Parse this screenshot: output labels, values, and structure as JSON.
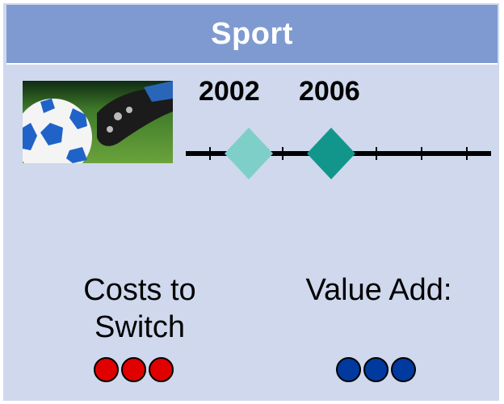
{
  "header": {
    "title": "Sport"
  },
  "photo": {
    "icon": "soccer-ball-photo"
  },
  "timeline": {
    "markers": [
      {
        "year": "2002",
        "color": "#7ecfc7"
      },
      {
        "year": "2006",
        "color": "#12968c"
      }
    ]
  },
  "costs": {
    "label_line1": "Costs to",
    "label_line2": "Switch",
    "rating": 3,
    "color": "#e00000"
  },
  "value": {
    "label": "Value Add:",
    "rating": 3,
    "color": "#003a9e"
  }
}
